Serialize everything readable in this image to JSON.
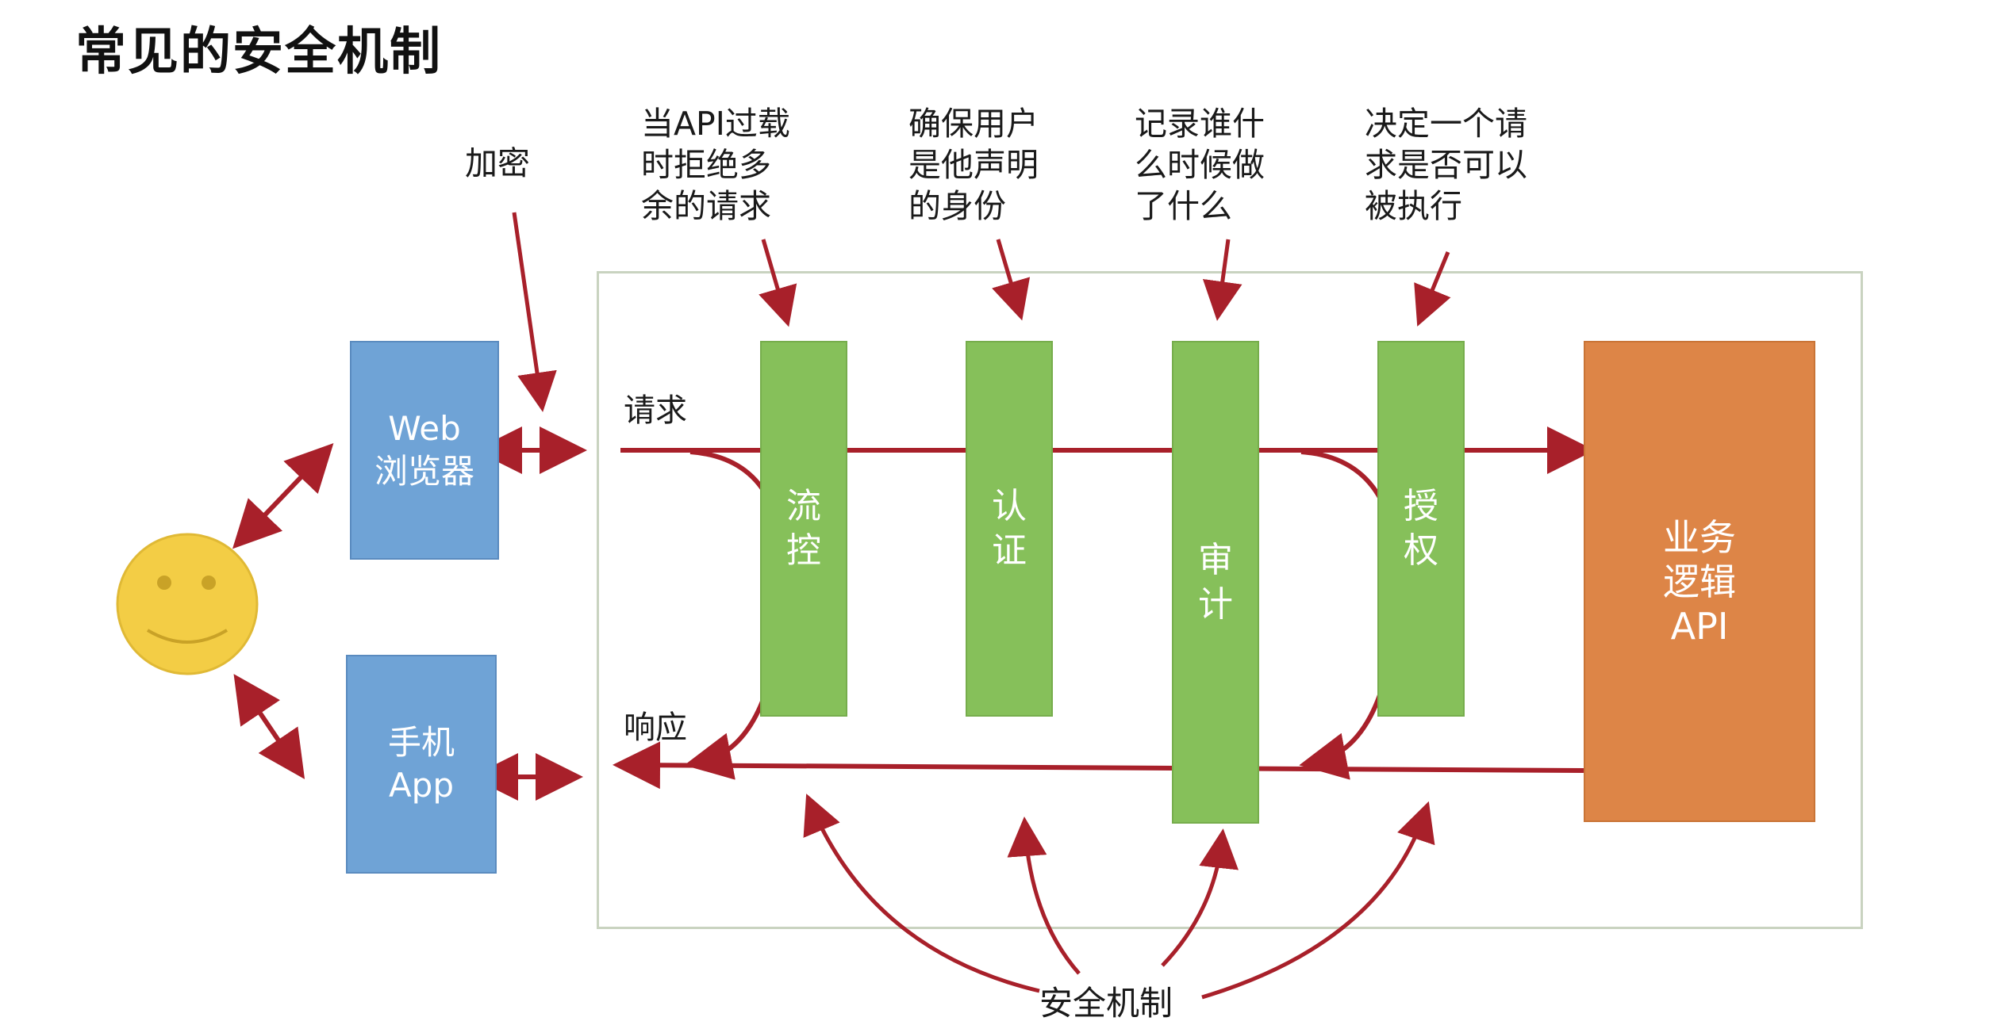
{
  "title": "常见的安全机制",
  "annotations": {
    "encryption": "加密",
    "rate_limit": "当API过载\n时拒绝多\n余的请求",
    "authentication": "确保用户\n是他声明\n的身份",
    "audit": "记录谁什\n么时候做\n了什么",
    "authorization": "决定一个请\n求是否可以\n被执行"
  },
  "clients": {
    "web": "Web\n浏览器",
    "mobile": "手机\nApp"
  },
  "flow": {
    "request": "请求",
    "response": "响应"
  },
  "mechanisms": {
    "rate_limit": "流\n控",
    "authentication": "认\n证",
    "audit": "审\n计",
    "authorization": "授\n权"
  },
  "api": "业务\n逻辑\nAPI",
  "bottom_label": "安全机制",
  "colors": {
    "arrow": "#a8202a",
    "client": "#6fa3d6",
    "mechanism": "#86c05a",
    "api": "#dd8547",
    "smiley": "#f3cd45"
  }
}
